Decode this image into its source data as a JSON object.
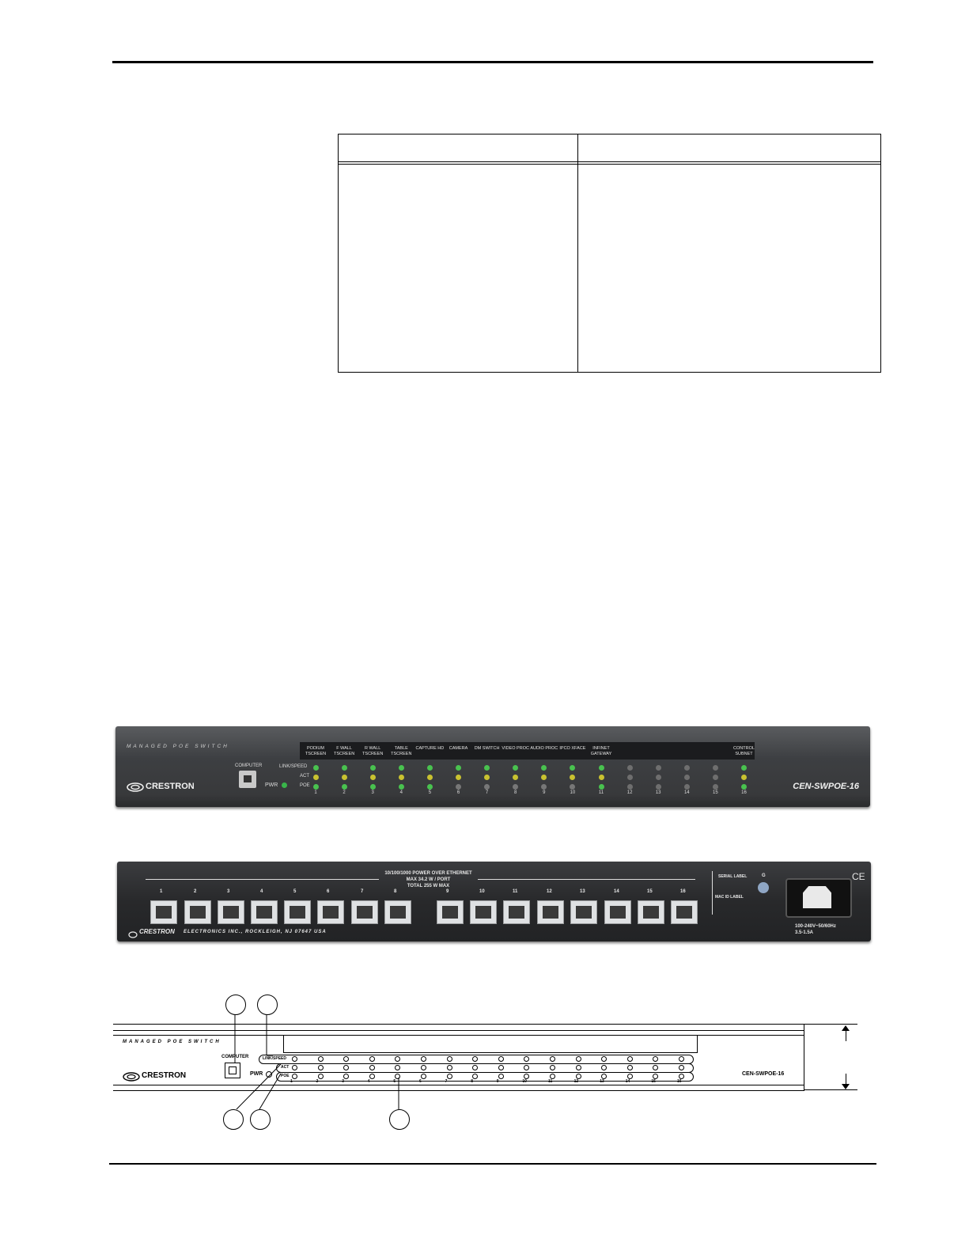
{
  "front_panel": {
    "tagline": "MANAGED POE SWITCH",
    "brand": "CRESTRON",
    "computer_label": "COMPUTER",
    "pwr_label": "PWR",
    "row_labels": [
      "LINK/SPEED",
      "ACT",
      "POE"
    ],
    "model": "CEN-SWPOE-16",
    "port_labels": [
      "PODIUM TSCREEN",
      "F WALL TSCREEN",
      "R WALL TSCREEN",
      "TABLE TSCREEN",
      "CAPTURE HD",
      "CAMERA",
      "DM SWITCH",
      "VIDEO PROC",
      "AUDIO PROC",
      "IPCO XFACE",
      "INFINET GATEWAY",
      "",
      "",
      "",
      "",
      "CONTROL SUBNET"
    ],
    "port_numbers": [
      "1",
      "2",
      "3",
      "4",
      "5",
      "6",
      "7",
      "8",
      "9",
      "10",
      "11",
      "12",
      "13",
      "14",
      "15",
      "16"
    ]
  },
  "rear_panel": {
    "header_line1": "10/100/1000 POWER OVER ETHERNET",
    "header_line2": "MAX 34.2 W / PORT",
    "header_line3": "TOTAL 255 W MAX",
    "port_numbers": [
      "1",
      "2",
      "3",
      "4",
      "5",
      "6",
      "7",
      "8",
      "9",
      "10",
      "11",
      "12",
      "13",
      "14",
      "15",
      "16"
    ],
    "brand": "CRESTRON",
    "address": "ELECTRONICS INC., ROCKLEIGH, NJ 07647   USA",
    "serial_label": "SERIAL LABEL",
    "mac_label": "MAC ID LABEL",
    "ground_label": "G",
    "power_rating": "100-240V~50/60Hz",
    "current_rating": "3.5-1.5A",
    "ce_mark": "CE"
  },
  "line_drawing": {
    "tagline": "MANAGED POE SWITCH",
    "brand": "CRESTRON",
    "computer_label": "COMPUTER",
    "pwr_label": "PWR",
    "row_labels": [
      "LINK/SPEED",
      "ACT",
      "POE"
    ],
    "model": "CEN-SWPOE-16",
    "port_numbers": [
      "1",
      "2",
      "3",
      "4",
      "5",
      "6",
      "7",
      "8",
      "9",
      "10",
      "11",
      "12",
      "13",
      "14",
      "15",
      "16"
    ]
  }
}
